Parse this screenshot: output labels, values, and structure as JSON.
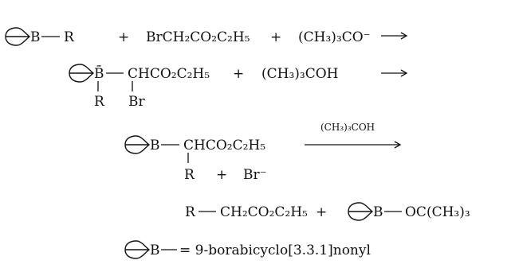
{
  "scheme": {
    "line1": {
      "r": "R",
      "plus_1": "+",
      "bromoester": "BrCH₂CO₂C₂H₅",
      "plus_2": "+",
      "tert_butoxide": "(CH₃)₃CO⁻"
    },
    "line2": {
      "b_minus": "B̄",
      "chain": "CHCO₂C₂H₅",
      "plus": "+",
      "tert_butanol": "(CH₃)₃COH",
      "r_sub": "R",
      "br_sub": "Br"
    },
    "line3": {
      "chain": "CHCO₂C₂H₅",
      "arrow_label": "(CH₃)₃COH",
      "r_sub": "R",
      "plus": "+",
      "bromide": "Br⁻"
    },
    "line4": {
      "r": "R",
      "ester": "CH₂CO₂C₂H₅",
      "plus": "+",
      "boron_ester": "OC(CH₃)₃"
    },
    "legend": {
      "definition": "= 9-borabicyclo[3.3.1]nonyl"
    },
    "boron_label": "B"
  }
}
